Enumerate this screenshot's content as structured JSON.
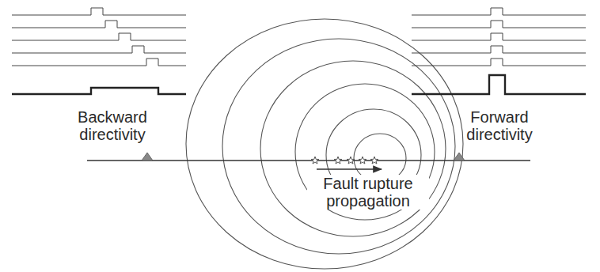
{
  "diagram": {
    "labels": [
      "Backward directivity",
      "Forward directivity",
      "Fault rupture propagation"
    ]
  }
}
